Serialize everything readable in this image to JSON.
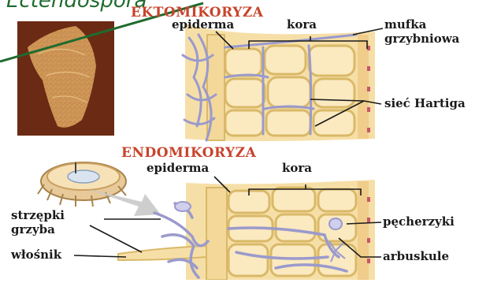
{
  "overlay_text": "Ectendospora",
  "ecto": {
    "title": "EKTOMIKORYZA",
    "epiderma": "epiderma",
    "kora": "kora",
    "mufka": [
      "mufka",
      "grzybniowa"
    ],
    "siec": "sieć Hartiga"
  },
  "endo": {
    "title": "ENDOMIKORYZA",
    "epiderma": "epiderma",
    "kora": "kora",
    "strzepki": [
      "strzępki",
      "grzyba"
    ],
    "wlosnik": "włośnik",
    "pecherzyki": "pęcherzyki",
    "arbuskule": "arbuskule"
  },
  "colors": {
    "title_red": "#c8442c",
    "handwriting_green": "#1f6b2e",
    "cell_fill": "#f8e4b4",
    "cell_wall": "#d9b968",
    "hyphae": "#9a9acc",
    "root_brown": "#6b2a14",
    "endo_band": "#c9556a"
  }
}
